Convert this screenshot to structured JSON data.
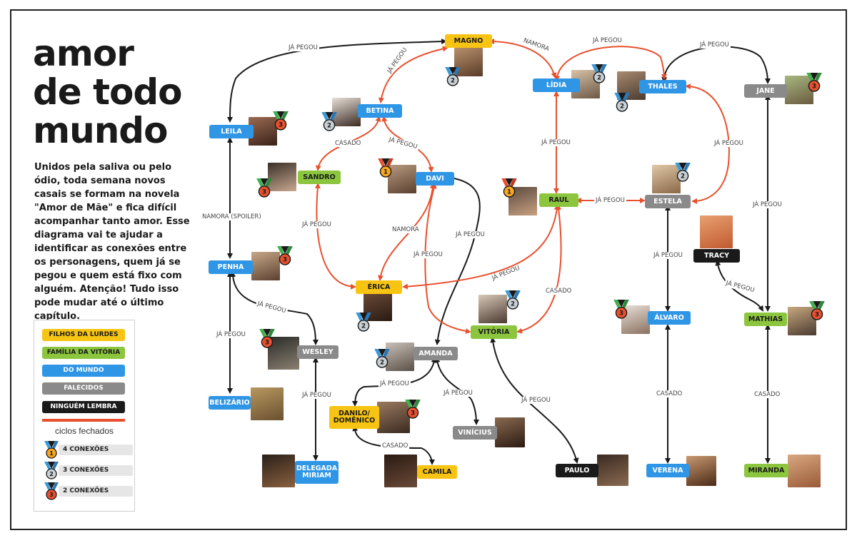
{
  "title": {
    "line1": "amor",
    "line2": "de todo",
    "line3": "mundo"
  },
  "intro": "Unidos pela saliva ou pelo ódio, toda semana novos casais se formam na novela \"Amor de Mãe\" e fica difícil acompanhar tanto amor. Esse diagrama vai te ajudar a identificar as conexões entre os personagens, quem já se pegou e quem está fixo com alguém. Atenção! Tudo isso pode mudar até o último capítulo.",
  "legend": {
    "categories": [
      {
        "label": "FILHOS DA LURDES",
        "color": "#f8c413"
      },
      {
        "label": "FAMÍLIA DA VITÓRIA",
        "color": "#8cc63f"
      },
      {
        "label": "DO MUNDO",
        "color": "#2f95e5"
      },
      {
        "label": "FALECIDOS",
        "color": "#8a8a8a"
      },
      {
        "label": "NINGUÉM LEMBRA",
        "color": "#1a1a1a"
      }
    ],
    "cycles": "ciclos fechados",
    "cycle_color": "#e8502e",
    "medals": [
      {
        "label": "4 CONEXÕES",
        "rank": "1",
        "icon": "gold-medal-icon"
      },
      {
        "label": "3 CONEXÕES",
        "rank": "2",
        "icon": "silver-medal-icon"
      },
      {
        "label": "2 CONEXÕES",
        "rank": "3",
        "icon": "bronze-medal-icon"
      }
    ]
  },
  "nodes": {
    "magno": "MAGNO",
    "lidia": "LÍDIA",
    "thales": "THALES",
    "jane": "JANE",
    "betina": "BETINA",
    "leila": "LEILA",
    "sandro": "SANDRO",
    "davi": "DAVI",
    "raul": "RAUL",
    "estela": "ESTELA",
    "tracy": "TRACY",
    "penha": "PENHA",
    "erica": "ÉRICA",
    "vitoria": "VITÓRIA",
    "alvaro": "ÁLVARO",
    "mathias": "MATHIAS",
    "wesley": "WESLEY",
    "amanda": "AMANDA",
    "belizario": "BELIZÁRIO",
    "danilo_1": "DANILO/",
    "danilo_2": "DOMÊNICO",
    "vinicius": "VINÍCIUS",
    "delegada_1": "DELEGADA",
    "delegada_2": "MIRIAM",
    "camila": "CAMILA",
    "paulo": "PAULO",
    "verena": "VERENA",
    "miranda": "MIRANDA"
  },
  "edges": {
    "ja_pegou": "JÁ PEGOU",
    "namora": "NAMORA",
    "casado": "CASADO",
    "namora_spoiler": "NAMORA (SPOILER)"
  }
}
